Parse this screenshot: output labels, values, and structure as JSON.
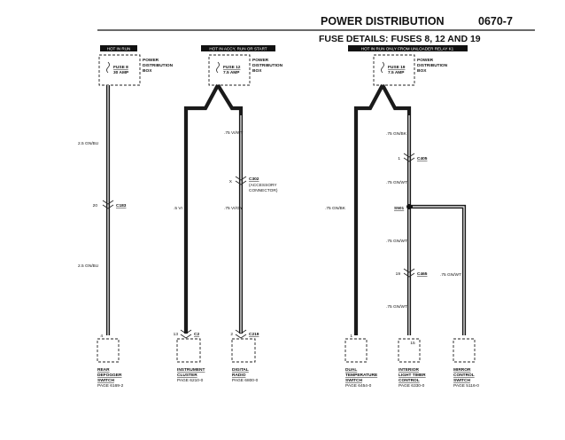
{
  "header": {
    "title": "POWER DISTRIBUTION",
    "page_code": "0670-7",
    "subtitle": "FUSE DETAILS: FUSES 8, 12 AND 19"
  },
  "fuses": [
    {
      "hot_label": "HOT IN RUN",
      "name": "FUSE 8",
      "rating": "30 AMP",
      "box_label_1": "POWER",
      "box_label_2": "DISTRIBUTION",
      "box_label_3": "BOX"
    },
    {
      "hot_label": "HOT IN ACCY, RUN OR START",
      "name": "FUSE 12",
      "rating": "7.5 AMP",
      "box_label_1": "POWER",
      "box_label_2": "DISTRIBUTION",
      "box_label_3": "BOX"
    },
    {
      "hot_label": "HOT IN RUN ONLY FROM UNLOADER RELAY K1",
      "name": "FUSE 19",
      "rating": "7.5 AMP",
      "box_label_1": "POWER",
      "box_label_2": "DISTRIBUTION",
      "box_label_3": "BOX"
    }
  ],
  "wire_labels": {
    "w1_top": "2.5 GN/BU",
    "w1_bottom": "2.5 GN/BU",
    "w2_left": ".5 VI",
    "w2_right_top": ".75 VI/WT",
    "w2_right_bottom": ".75 VI/GY",
    "w3_top": ".75 GN/BK",
    "w3_mid": ".75 GN/WT",
    "w3_left": ".75 GN/BK",
    "w3_lower": ".75 GN/WT",
    "w3_bottom": ".75 GN/WT",
    "w3_branch": ".75 GN/WT"
  },
  "connectors": {
    "c183": "C183",
    "c183_pin": "20",
    "c302": "C302",
    "c302_pin": "X",
    "c302_desc_1": "(ACCESSORY",
    "c302_desc_2": "CONNECTOR)",
    "c405": "C405",
    "c405_pin": "1",
    "s501": "S501",
    "c465": "C465",
    "c465_pin": "19",
    "c2": "C2",
    "c2_pin": "13",
    "c219": "C219",
    "c219_pin": "2"
  },
  "components": [
    {
      "pin": "4",
      "line1": "REAR",
      "line2": "DEFOGGER",
      "line3": "SWITCH",
      "page": "PAGE 6169-2"
    },
    {
      "pin": "",
      "line1": "INSTRUMENT",
      "line2": "CLUSTER",
      "line3": "",
      "page": "PAGE 6210-0"
    },
    {
      "pin": "",
      "line1": "DIGITAL",
      "line2": "RADIO",
      "line3": "",
      "page": "PAGE 6800-0"
    },
    {
      "pin": "1",
      "line1": "DUAL",
      "line2": "TEMPERATURE",
      "line3": "SWITCH",
      "page": "PAGE 6454-0"
    },
    {
      "pin": "15",
      "line1": "INTERIOR",
      "line2": "LIGHT TIMER",
      "line3": "CONTROL",
      "page": "PAGE 6330-0"
    },
    {
      "pin": "",
      "line1": "MIRROR",
      "line2": "CONTROL",
      "line3": "SWITCH",
      "page": "PAGE 5116-0"
    }
  ],
  "colors": {
    "ink": "#111111",
    "paper": "#ffffff"
  }
}
